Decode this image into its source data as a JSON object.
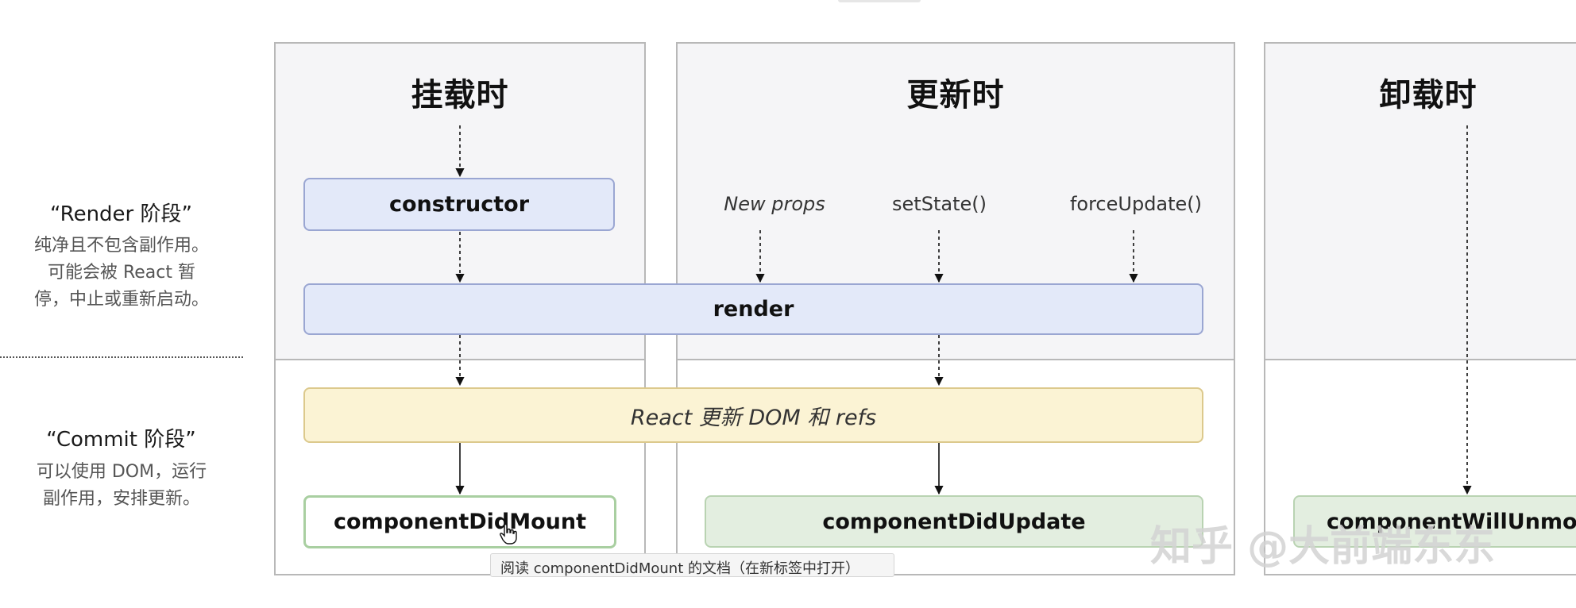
{
  "phases": {
    "render": {
      "title": "“Render 阶段”",
      "description": "纯净且不包含副作用。\n可能会被 React 暂\n停，中止或重新启动。"
    },
    "commit": {
      "title": "“Commit 阶段”",
      "description": "可以使用 DOM，运行\n副作用，安排更新。"
    }
  },
  "columns": {
    "mount": {
      "title": "挂载时"
    },
    "update": {
      "title": "更新时"
    },
    "unmount": {
      "title": "卸载时"
    }
  },
  "methods": {
    "constructor": "constructor",
    "render": "render",
    "react_update_dom": "React 更新 DOM 和 refs",
    "component_did_mount": "componentDidMount",
    "component_did_update": "componentDidUpdate",
    "component_will_unmount": "componentWillUnmount"
  },
  "update_triggers": {
    "new_props": "New props",
    "set_state": "setState()",
    "force_update": "forceUpdate()"
  },
  "tooltip": {
    "text": "阅读 componentDidMount 的文档（在新标签中打开）"
  },
  "watermark": {
    "text": "知乎 @大前端东东"
  },
  "colors": {
    "blue_box": "#e3e9f9",
    "yellow_box": "#fbf3d4",
    "green_box": "#e3eee0",
    "panel_bg": "#f5f5f7",
    "border": "#b8b8b8"
  }
}
